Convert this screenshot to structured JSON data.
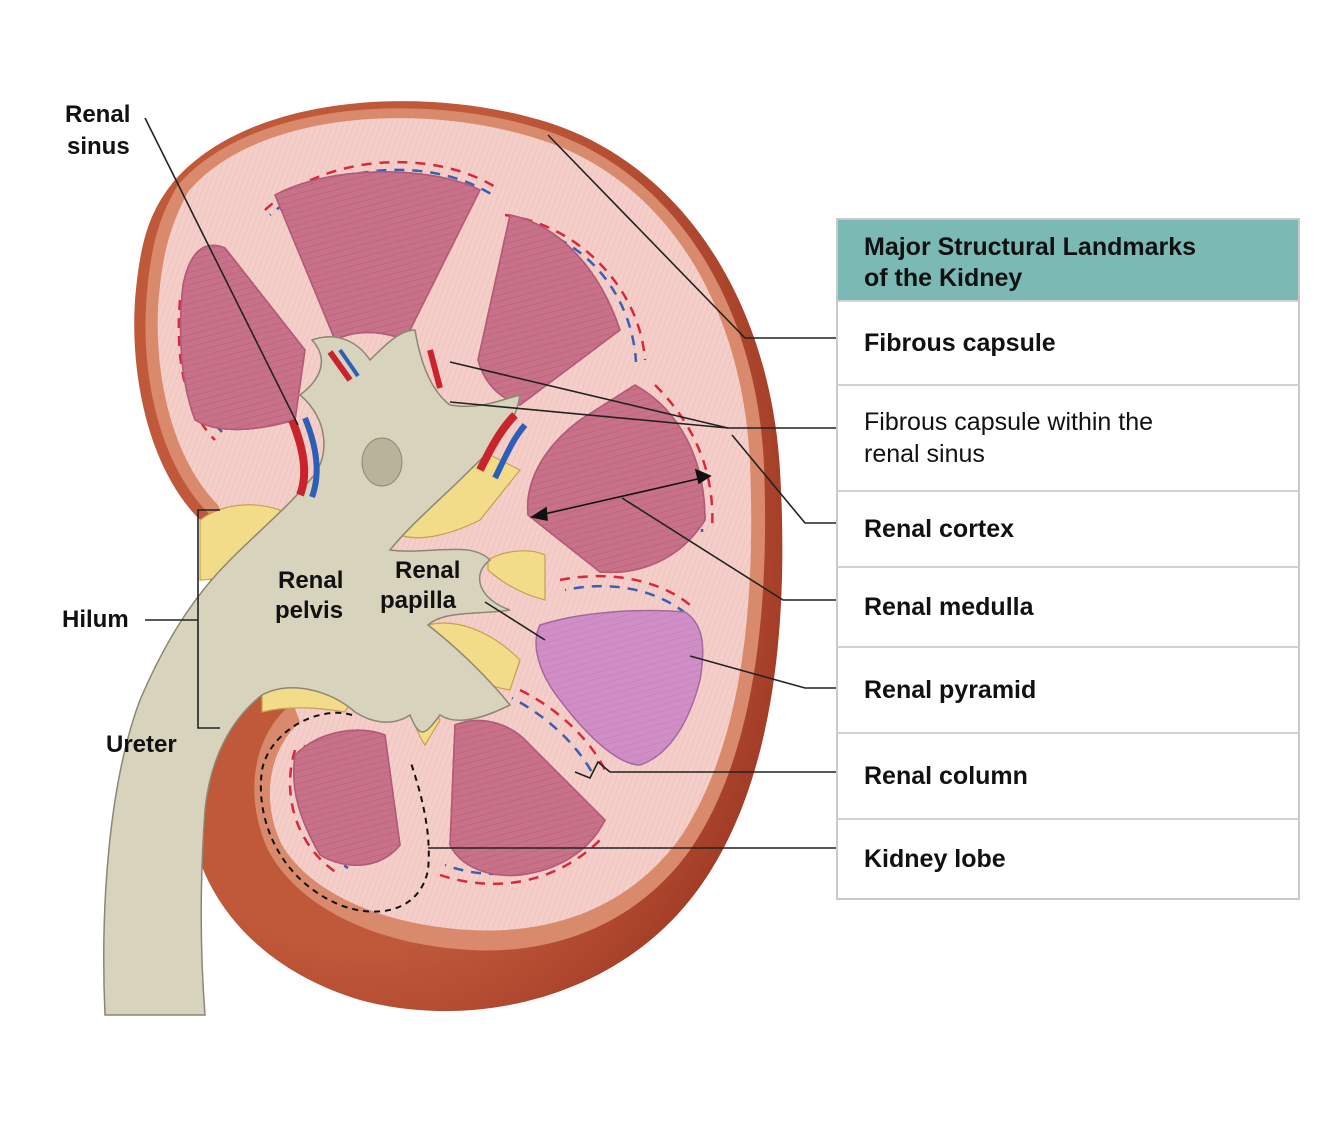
{
  "diagram": {
    "labels": {
      "renal_sinus": [
        "Renal",
        "sinus"
      ],
      "hilum": "Hilum",
      "ureter": "Ureter",
      "renal_pelvis": [
        "Renal",
        "pelvis"
      ],
      "renal_papilla": [
        "Renal",
        "papilla"
      ]
    }
  },
  "legend": {
    "title_lines": [
      "Major Structural Landmarks",
      "of the Kidney"
    ],
    "rows": [
      {
        "lines": [
          "Fibrous capsule"
        ],
        "bold": true
      },
      {
        "lines": [
          "Fibrous capsule within the",
          "renal sinus"
        ],
        "bold": false
      },
      {
        "lines": [
          "Renal cortex"
        ],
        "bold": true
      },
      {
        "lines": [
          "Renal medulla"
        ],
        "bold": true
      },
      {
        "lines": [
          "Renal pyramid"
        ],
        "bold": true
      },
      {
        "lines": [
          "Renal column"
        ],
        "bold": true
      },
      {
        "lines": [
          "Kidney lobe"
        ],
        "bold": true
      }
    ],
    "header_color": "#7ab9b4"
  },
  "colors": {
    "cortex": "#f3c9c4",
    "capsule": "#c9785e",
    "outer_surface": "#b6452c",
    "pyramid": "#c8728a",
    "highlighted_pyramid": "#cf8fc6",
    "pelvis": "#d8d3bd",
    "fat": "#f2dc8a"
  }
}
